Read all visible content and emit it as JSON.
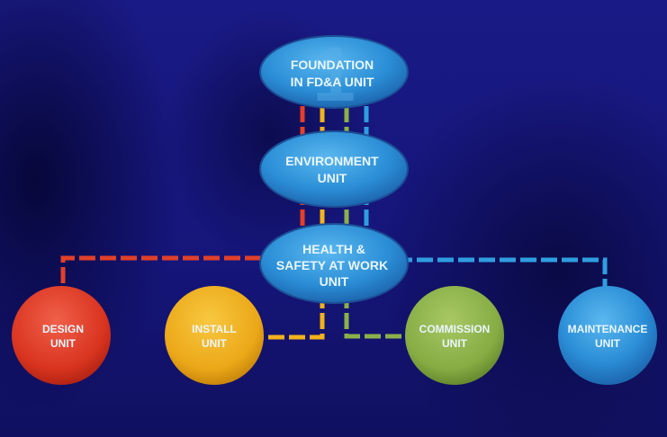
{
  "nodes": {
    "foundation": {
      "line1": "FOUNDATION",
      "line2": "IN FD&A UNIT",
      "watermark": "1"
    },
    "environment": {
      "line1": "ENVIRONMENT",
      "line2": "UNIT"
    },
    "health": {
      "line1": "HEALTH &",
      "line2": "SAFETY AT WORK",
      "line3": "UNIT"
    },
    "design": {
      "line1": "DESIGN",
      "line2": "UNIT"
    },
    "install": {
      "line1": "INSTALL",
      "line2": "UNIT"
    },
    "commission": {
      "line1": "COMMISSION",
      "line2": "UNIT"
    },
    "maintenance": {
      "line1": "MAINTENANCE",
      "line2": "UNIT"
    }
  },
  "colors": {
    "red": "#e2402a",
    "yellow": "#f2b21c",
    "green": "#8cb04a",
    "blue": "#2f9ee0",
    "ellipse": "#2a8fd6"
  }
}
